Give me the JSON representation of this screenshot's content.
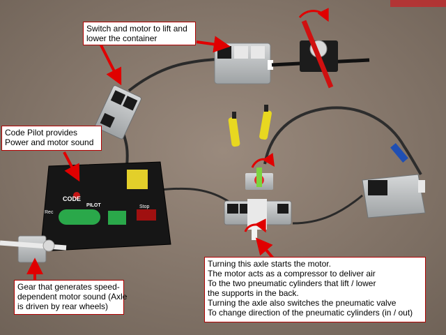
{
  "image": {
    "description_colors": {
      "table": "#8a7a6c",
      "arrow": "#e00000",
      "code_pilot_body": "#151515",
      "motor_gray": "#b9bcbd",
      "axle_red": "#d01010"
    }
  },
  "callouts": {
    "lift_switch": [
      "Switch and motor to lift and",
      "lower the container"
    ],
    "code_pilot": [
      "Code Pilot provides",
      "Power and motor sound"
    ],
    "gear_sound": [
      "Gear that generates speed-",
      "dependent motor sound (Axle",
      "is driven by rear wheels)"
    ],
    "axle_motor": [
      "Turning this axle starts the motor.",
      "The motor acts as a compressor to deliver air",
      "To the two pneumatic cylinders that lift / lower",
      "the supports in the back.",
      "Turning the axle also switches the pneumatic valve",
      "To change direction of the pneumatic cylinders (in / out)"
    ]
  },
  "device_labels": {
    "brand_left": "CODE",
    "brand_right": "PILOT",
    "button_left": "Rec",
    "button_right": "Stop"
  }
}
